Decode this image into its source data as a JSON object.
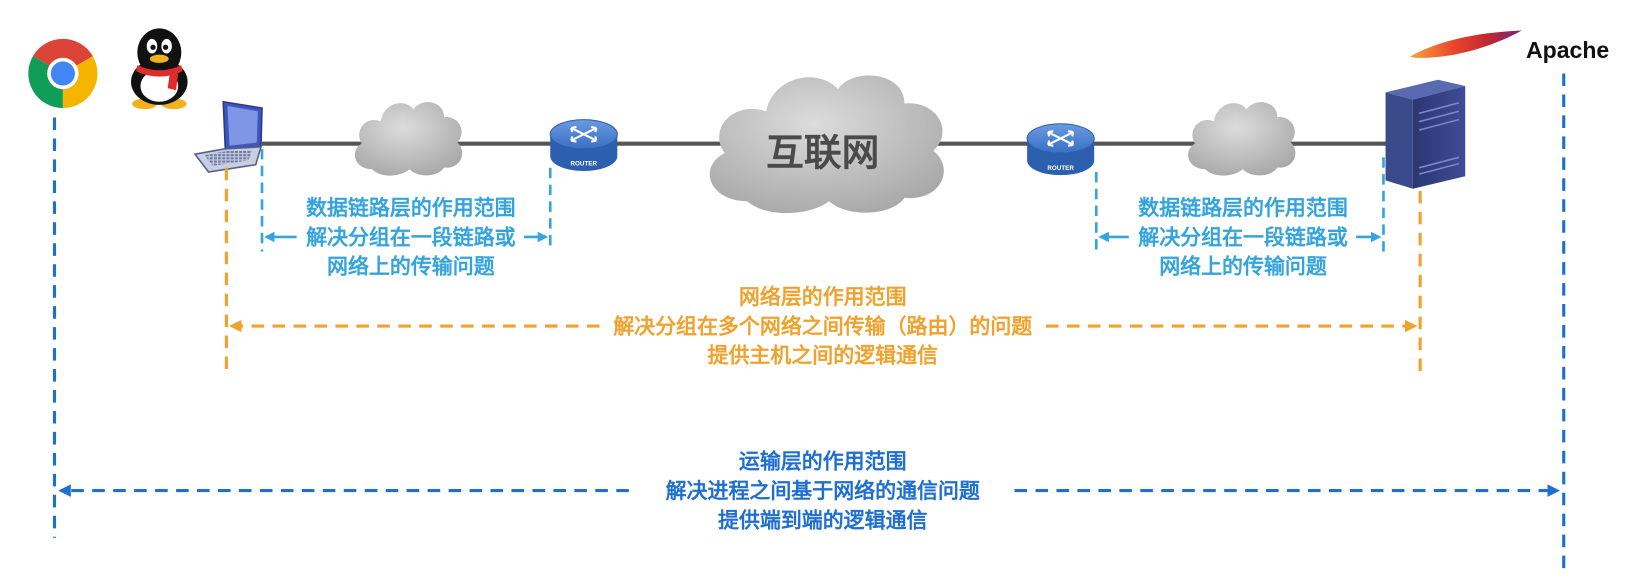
{
  "header": {
    "server_brand": "Apache"
  },
  "icons": {
    "client_app_1": "chrome-icon",
    "client_app_2": "qq-icon",
    "server_brand_logo": "apache-feather-icon",
    "host_left": "laptop-icon",
    "host_right": "server-icon",
    "network_cloud": "cloud-icon",
    "router": "router-icon"
  },
  "network": {
    "internet_label": "互联网",
    "routers": [
      {
        "label": "ROUTER"
      },
      {
        "label": "ROUTER"
      }
    ]
  },
  "data_link_scope": {
    "color": "#35a4dc",
    "left": {
      "lines": [
        "数据链路层的作用范围",
        "解决分组在一段链路或",
        "网络上的传输问题"
      ]
    },
    "right": {
      "lines": [
        "数据链路层的作用范围",
        "解决分组在一段链路或",
        "网络上的传输问题"
      ]
    }
  },
  "network_layer_scope": {
    "color": "#f0a22e",
    "lines": [
      "网络层的作用范围",
      "解决分组在多个网络之间传输（路由）的问题",
      "提供主机之间的逻辑通信"
    ]
  },
  "transport_layer_scope": {
    "color": "#1f6fd1",
    "lines": [
      "运输层的作用范围",
      "解决进程之间基于网络的通信问题",
      "提供端到端的逻辑通信"
    ]
  }
}
